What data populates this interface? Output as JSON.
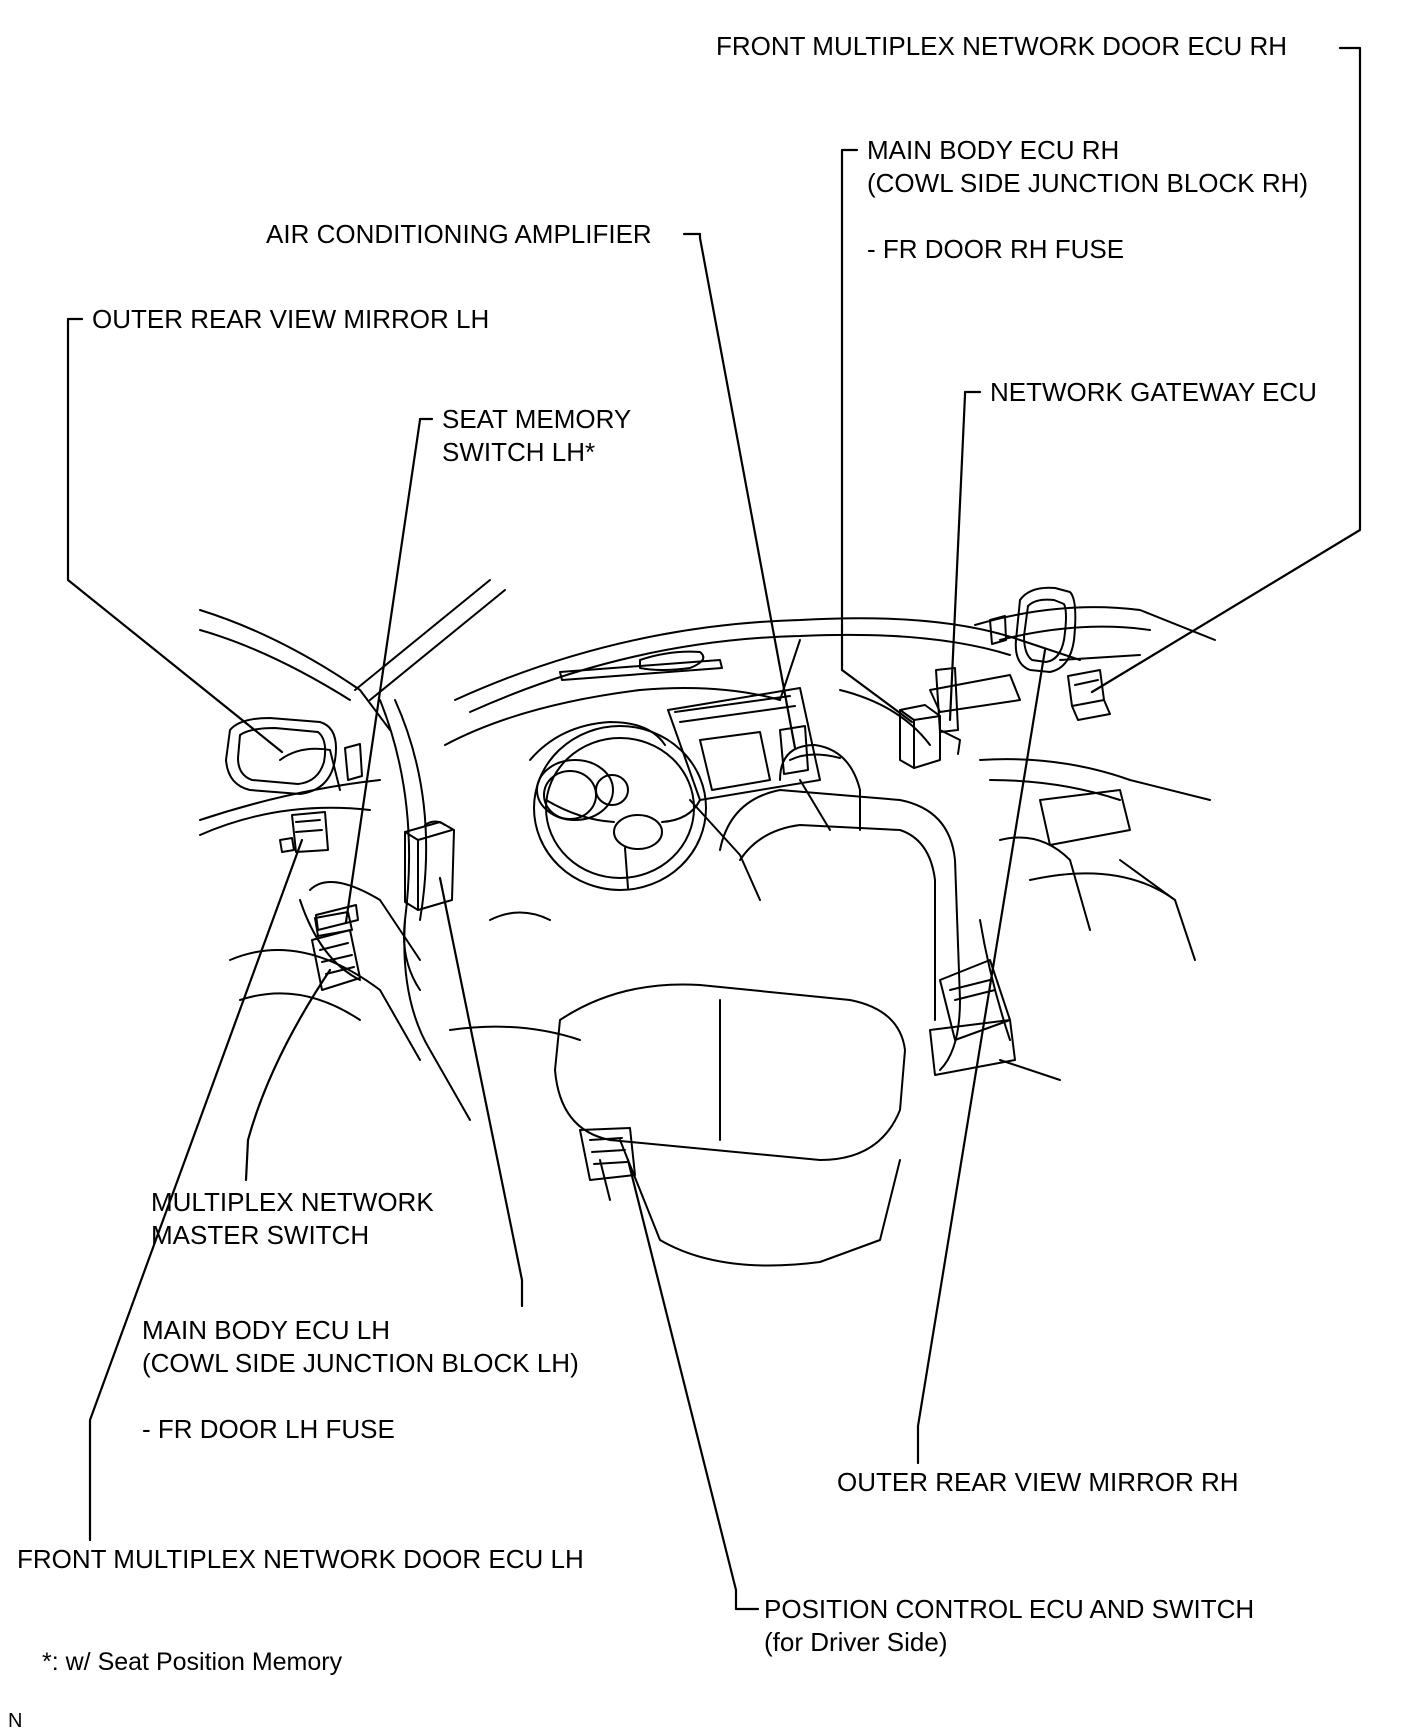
{
  "labels": {
    "front_door_ecu_rh": "FRONT MULTIPLEX NETWORK DOOR ECU RH",
    "main_body_ecu_rh_l1": "MAIN BODY ECU RH",
    "main_body_ecu_rh_l2": "(COWL SIDE JUNCTION BLOCK RH)",
    "fr_door_rh_fuse": "- FR DOOR RH FUSE",
    "air_conditioning_amplifier": "AIR CONDITIONING AMPLIFIER",
    "outer_mirror_lh": "OUTER REAR VIEW MIRROR LH",
    "network_gateway_ecu": "NETWORK GATEWAY ECU",
    "seat_memory_switch_l1": "SEAT MEMORY",
    "seat_memory_switch_l2": "SWITCH LH*",
    "master_switch_l1": "MULTIPLEX NETWORK",
    "master_switch_l2": "MASTER SWITCH",
    "main_body_ecu_lh_l1": "MAIN BODY ECU LH",
    "main_body_ecu_lh_l2": "(COWL SIDE JUNCTION BLOCK LH)",
    "fr_door_lh_fuse": "- FR DOOR LH FUSE",
    "outer_mirror_rh": "OUTER REAR VIEW MIRROR RH",
    "front_door_ecu_lh": "FRONT MULTIPLEX NETWORK DOOR ECU LH",
    "position_control_l1": "POSITION CONTROL ECU AND SWITCH",
    "position_control_l2": "(for Driver Side)",
    "footnote": "*: w/ Seat Position Memory",
    "corner_mark": "N"
  }
}
